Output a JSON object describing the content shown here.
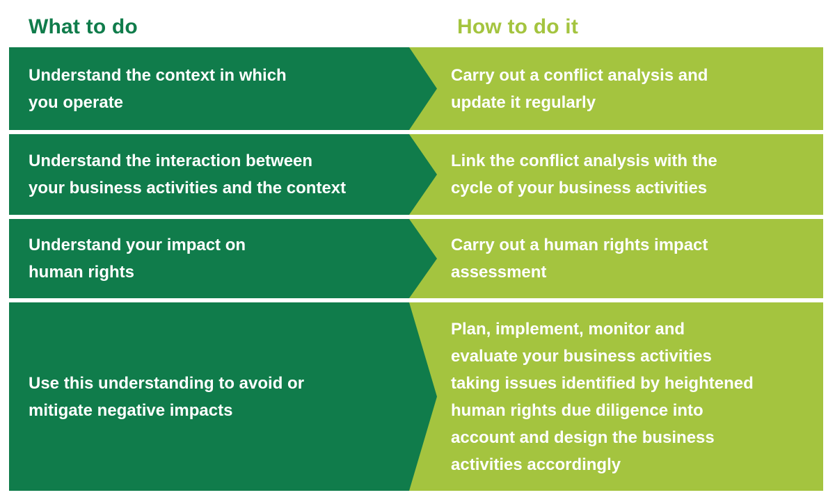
{
  "header": {
    "what_label": "What to do",
    "how_label": "How to do it"
  },
  "colors": {
    "dark_green": "#107C4B",
    "light_green": "#A4C43F",
    "text_white": "#FFFFFF",
    "page_bg": "#FFFFFF"
  },
  "rows": [
    {
      "what": "Understand the context in which\nyou operate",
      "how": "Carry out a conflict analysis and\nupdate it regularly"
    },
    {
      "what": "Understand the interaction between\nyour business activities and the context",
      "how": "Link the conflict analysis with the\ncycle of your business activities"
    },
    {
      "what": "Understand your impact on\nhuman rights",
      "how": "Carry out a human rights impact\nassessment"
    },
    {
      "what": "Use this understanding to avoid or\nmitigate negative impacts",
      "how": "Plan, implement, monitor and\nevaluate your business activities\ntaking issues identified by heightened\nhuman rights due diligence into\naccount and design the business\nactivities accordingly"
    }
  ]
}
